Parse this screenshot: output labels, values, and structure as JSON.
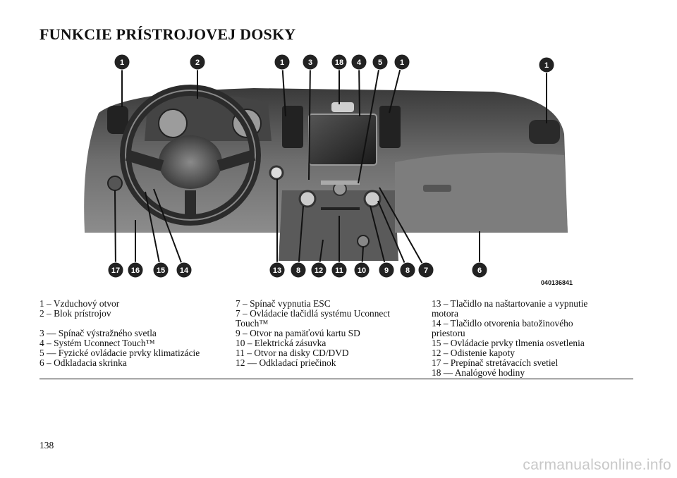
{
  "title": "FUNKCIE PRÍSTROJOVEJ DOSKY",
  "figure": {
    "code": "040136841",
    "callouts_top": [
      "1",
      "2",
      "1",
      "3",
      "18",
      "4",
      "5",
      "1",
      "1"
    ],
    "callouts_bottom": [
      "17",
      "16",
      "15",
      "14",
      "13",
      "8",
      "12",
      "11",
      "10",
      "9",
      "8",
      "7",
      "6"
    ]
  },
  "legend": {
    "col1": [
      "1 – Vzduchový otvor",
      "2 – Blok prístrojov",
      "",
      "3 –– Spínač výstražného svetla",
      "4 – Systém Uconnect Touch™",
      "5 –– Fyzické ovládacie prvky klimatizácie",
      "6 – Odkladacia skrinka"
    ],
    "col2": [
      "7 – Spínač vypnutia ESC",
      "7 – Ovládacie tlačidlá systému Uconnect",
      "Touch™",
      "9 – Otvor na pamäťovú kartu SD",
      "10 – Elektrická zásuvka",
      "11 – Otvor na disky CD/DVD",
      "12 –– Odkladací priečinok"
    ],
    "col3": [
      "13 – Tlačidlo na naštartovanie a vypnutie",
      "motora",
      "14 – Tlačidlo otvorenia batožinového",
      "priestoru",
      "15 – Ovládacie prvky tlmenia osvetlenia",
      "12 – Odistenie kapoty",
      "17 – Prepínač stretávacích svetiel",
      "18 –– Analógové hodiny"
    ]
  },
  "page_number": "138",
  "watermark": "carmanualsonline.info"
}
